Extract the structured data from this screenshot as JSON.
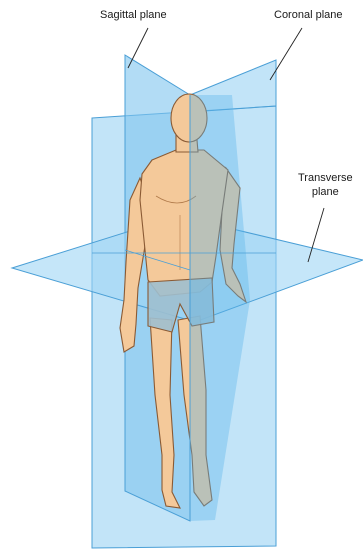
{
  "labels": {
    "sagittal": "Sagittal plane",
    "coronal": "Coronal plane",
    "transverse_line1": "Transverse",
    "transverse_line2": "plane"
  },
  "colors": {
    "plane_fill": "#8fcdf2",
    "plane_fill_dark": "#5bb5ea",
    "plane_edge": "#4a9fd6",
    "skin": "#f4c99a",
    "skin_shadow": "#e3aa74",
    "outline": "#8a5a34",
    "leader_line": "#222222"
  }
}
